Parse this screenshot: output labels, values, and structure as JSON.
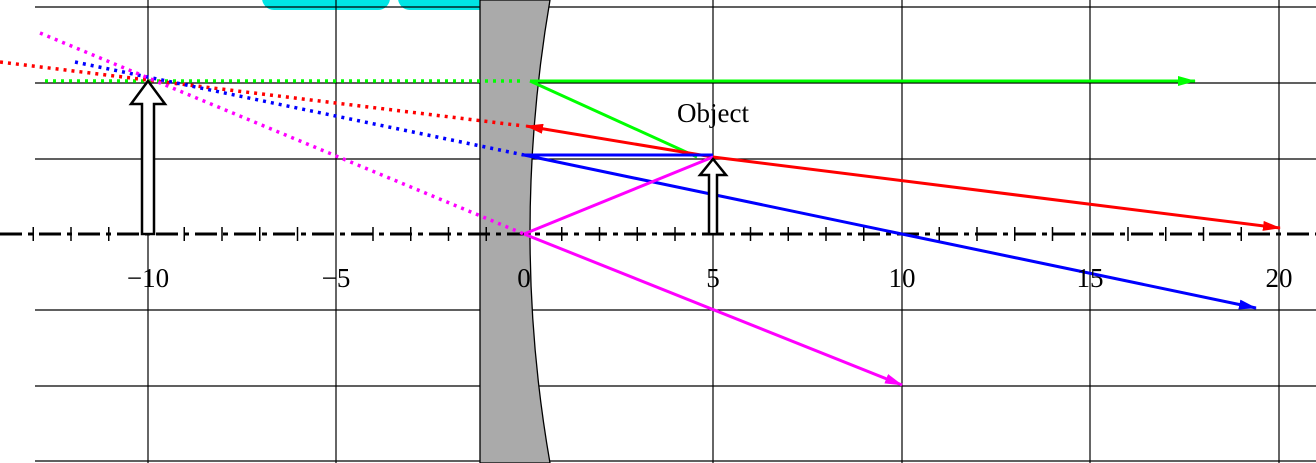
{
  "diagram": {
    "object_label": "Object",
    "x_tick_labels": [
      "−10",
      "−5",
      "0",
      "5",
      "10",
      "15",
      "20"
    ],
    "x_ticks": [
      -10,
      -5,
      0,
      5,
      10,
      15,
      20
    ],
    "colors": {
      "green": "#00ff00",
      "red": "#ff0000",
      "blue": "#0000ff",
      "magenta": "#ff00ff",
      "lens": "#aaaaaa",
      "tab": "#00e5e5"
    },
    "object": {
      "x": 5,
      "height": 2
    },
    "image": {
      "x": -10,
      "height": 4
    },
    "lens_position": 0
  }
}
